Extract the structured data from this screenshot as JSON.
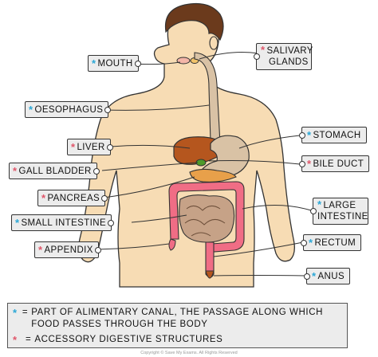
{
  "labels": {
    "mouth": "MOUTH",
    "salivary_line1": "SALIVARY",
    "salivary_line2": "GLANDS",
    "oesophagus": "OESOPHAGUS",
    "stomach": "STOMACH",
    "liver": "LIVER",
    "bile_duct": "BILE DUCT",
    "gall_bladder": "GALL BLADDER",
    "pancreas": "PANCREAS",
    "large_line1": "LARGE",
    "large_line2": "INTESTINE",
    "small_intestine": "SMALL INTESTINE",
    "rectum": "RECTUM",
    "appendix": "APPENDIX",
    "anus": "ANUS"
  },
  "key": {
    "star": "*",
    "equals": "=",
    "alimentary_line1": "PART OF ALIMENTARY CANAL, THE PASSAGE ALONG WHICH",
    "alimentary_line2": "FOOD PASSES THROUGH THE BODY",
    "accessory": "ACCESSORY DIGESTIVE STRUCTURES"
  },
  "copyright": "Copyright © Save My Exams. All Rights Reserved",
  "colors": {
    "alimentary_star": "#2aa7d6",
    "accessory_star": "#e0566a",
    "skin": "#f7dcb4",
    "hair": "#6b3a1c",
    "organ_tube": "#d9c2a5",
    "liver": "#b5561e",
    "pancreas": "#e8a04a",
    "large_intestine": "#f06d85",
    "small_intestine": "#c6a287",
    "gall_bladder": "#4e9a2a"
  }
}
